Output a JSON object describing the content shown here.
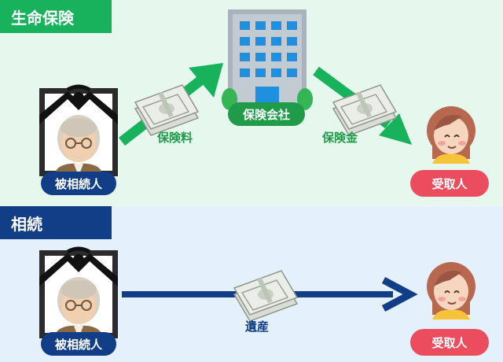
{
  "sections": {
    "life_insurance": {
      "title": "生命保険",
      "decedent_label": "被相続人",
      "company_label": "保険会社",
      "premium_label": "保険料",
      "payout_label": "保険金",
      "beneficiary_label": "受取人"
    },
    "inheritance": {
      "title": "相続",
      "decedent_label": "被相続人",
      "estate_label": "遺産",
      "beneficiary_label": "受取人"
    }
  },
  "colors": {
    "green_band": "#e6f7ee",
    "blue_band": "#e4f0fb",
    "green": "#19b25c",
    "navy": "#123e88",
    "red": "#ec4d5e"
  },
  "icons": [
    "memorial-portrait-icon",
    "office-building-icon",
    "banknote-bundle-icon",
    "woman-avatar-icon",
    "arrow-icon"
  ]
}
